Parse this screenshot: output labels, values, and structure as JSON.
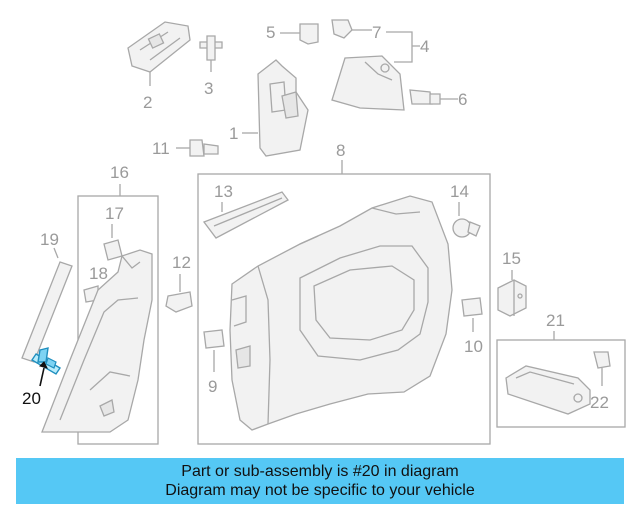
{
  "labels": {
    "p1": "1",
    "p2": "2",
    "p3": "3",
    "p4": "4",
    "p5": "5",
    "p6": "6",
    "p7": "7",
    "p8": "8",
    "p9": "9",
    "p10": "10",
    "p11": "11",
    "p12": "12",
    "p13": "13",
    "p14": "14",
    "p15": "15",
    "p16": "16",
    "p17": "17",
    "p18": "18",
    "p19": "19",
    "p20": "20",
    "p21": "21",
    "p22": "22"
  },
  "highlighted_part": "20",
  "colors": {
    "highlight": "#2aa6d6",
    "banner": "#55c8f5",
    "part_line": "#a8a8a8"
  },
  "banner": {
    "line1": "Part or sub-assembly is #20 in diagram",
    "line2": "Diagram may not be specific to your vehicle"
  }
}
